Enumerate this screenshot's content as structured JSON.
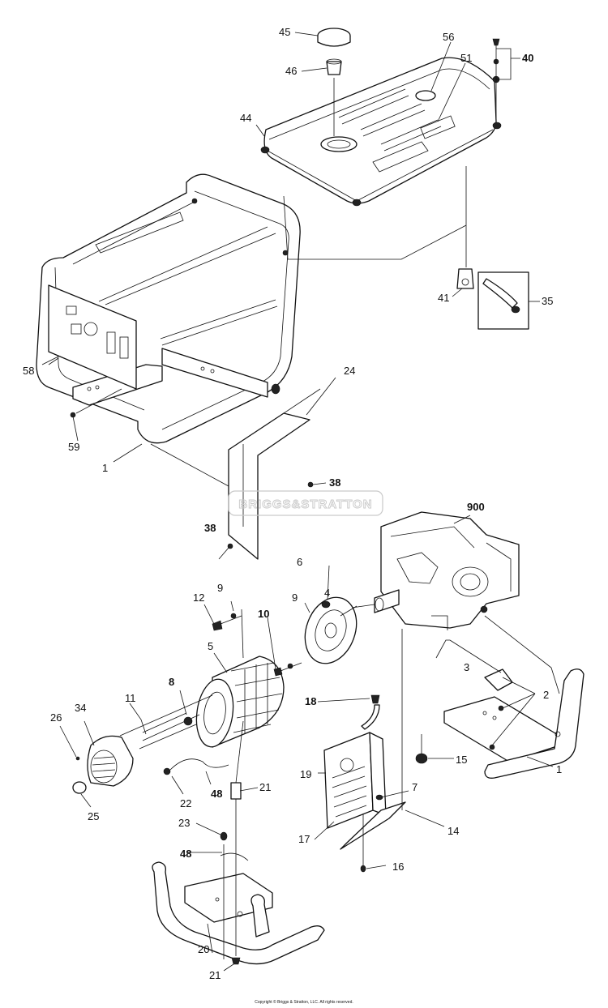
{
  "labels": {
    "p1a": "1",
    "p1b": "1",
    "p2": "2",
    "p3": "3",
    "p4": "4",
    "p5": "5",
    "p6": "6",
    "p7": "7",
    "p8": "8",
    "p9a": "9",
    "p9b": "9",
    "p10": "10",
    "p11": "11",
    "p12": "12",
    "p14": "14",
    "p15": "15",
    "p16": "16",
    "p17": "17",
    "p18": "18",
    "p19": "19",
    "p20": "20",
    "p21a": "21",
    "p21b": "21",
    "p22": "22",
    "p23": "23",
    "p24": "24",
    "p25": "25",
    "p26": "26",
    "p34": "34",
    "p35": "35",
    "p38a": "38",
    "p38b": "38",
    "p40": "40",
    "p41": "41",
    "p44": "44",
    "p45": "45",
    "p46": "46",
    "p48a": "48",
    "p48b": "48",
    "p51": "51",
    "p56": "56",
    "p58": "58",
    "p59": "59",
    "p900": "900"
  },
  "watermark": "BRIGGS&STRATTON",
  "copyright": "Copyright © Briggs & Stratton, LLC. All rights reserved.",
  "colors": {
    "line": "#111111",
    "background": "#ffffff",
    "watermark": "#c9c9c9"
  }
}
